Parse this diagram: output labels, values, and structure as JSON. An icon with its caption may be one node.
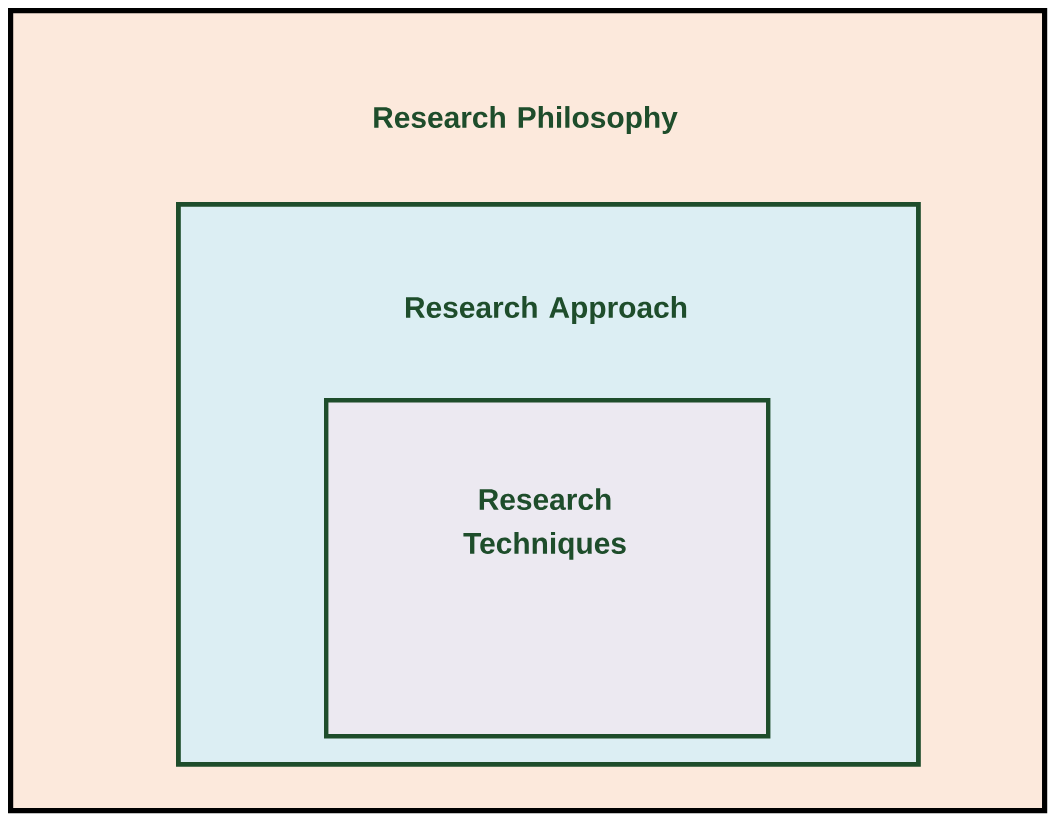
{
  "diagram": {
    "nodes": [
      {
        "text": [
          "Research Philosophy"
        ]
      },
      {
        "text": [
          "Research Approach"
        ],
        "in": 0
      },
      {
        "text": [
          "Research Techniques"
        ],
        "in": 1
      }
    ]
  }
}
